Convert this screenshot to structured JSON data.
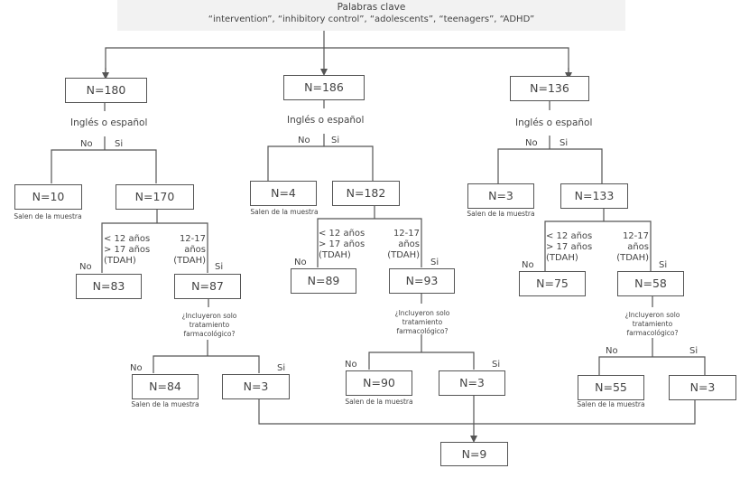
{
  "header": {
    "title": "Palabras clave",
    "keywords": "“intervention”, “inhibitory control”, “adolescents”, “teenagers”, “ADHD”"
  },
  "labels": {
    "language_criterion": "Inglés o español",
    "no": "No",
    "yes": "Si",
    "excluded": "Salen de la muestra",
    "age_out_line1": "< 12 años",
    "age_out_line2": "> 17 años",
    "age_out_line3": "(TDAH)",
    "age_in_line1": "12-17",
    "age_in_line2": "años",
    "age_in_line3": "(TDAH)",
    "pharma_question": "¿Incluyeron solo tratamiento farmacológico?"
  },
  "branches": [
    {
      "initial": "N=180",
      "lang_no": "N=10",
      "lang_yes": "N=170",
      "age_no": "N=83",
      "age_yes": "N=87",
      "pharma_no": "N=84",
      "pharma_yes": "N=3"
    },
    {
      "initial": "N=186",
      "lang_no": "N=4",
      "lang_yes": "N=182",
      "age_no": "N=89",
      "age_yes": "N=93",
      "pharma_no": "N=90",
      "pharma_yes": "N=3"
    },
    {
      "initial": "N=136",
      "lang_no": "N=3",
      "lang_yes": "N=133",
      "age_no": "N=75",
      "age_yes": "N=58",
      "pharma_no": "N=55",
      "pharma_yes": "N=3"
    }
  ],
  "final": "N=9"
}
